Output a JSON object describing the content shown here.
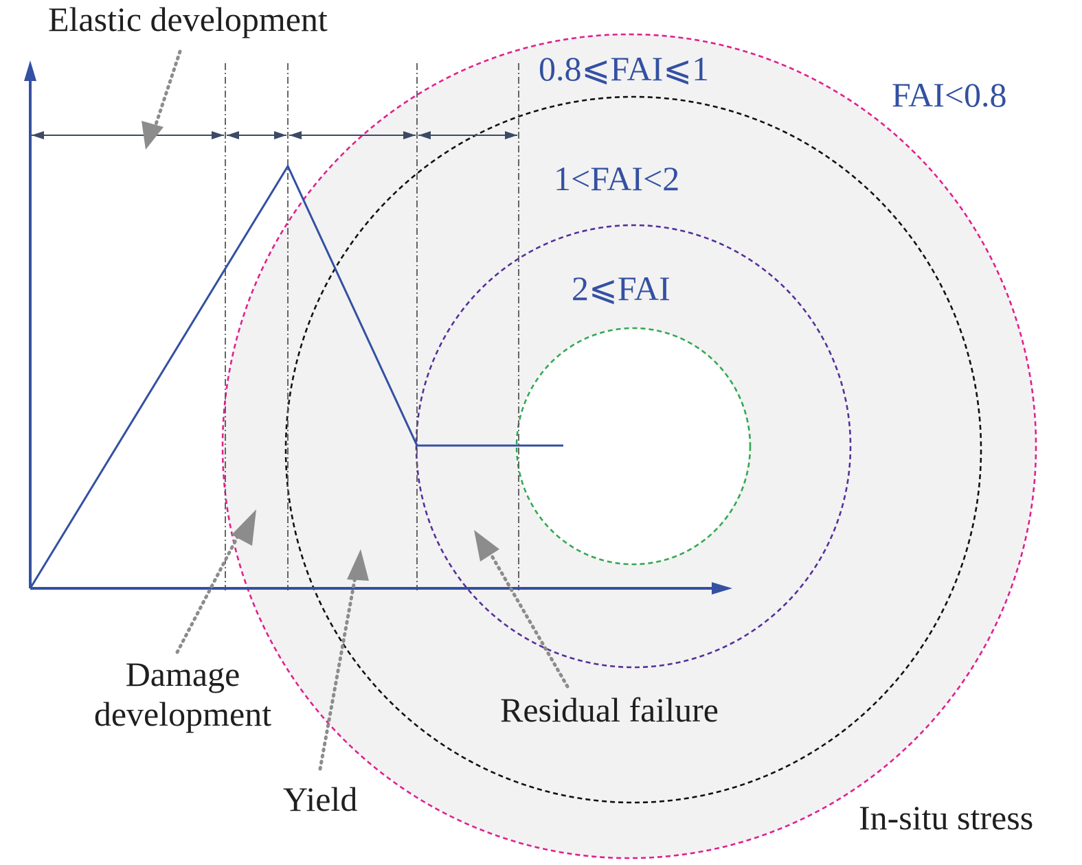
{
  "stage_labels": {
    "elastic": "Elastic development",
    "damage_line1": "Damage",
    "damage_line2": "development",
    "yield": "Yield",
    "residual": "Residual failure",
    "in_situ": "In-situ stress"
  },
  "fai_zones": {
    "zone_outer": "FAI<0.8",
    "zone_1": "0.8⩽FAI⩽1",
    "zone_2": "1<FAI<2",
    "zone_3": "2⩽FAI"
  },
  "colors": {
    "axis": "#3350a2",
    "curve": "#3350a2",
    "label_blue": "#3350a2",
    "label_dark": "#1f1f1f",
    "ring_outer": "#e0208f",
    "ring_black": "#111111",
    "ring_purple": "#55309a",
    "ring_green": "#34a853",
    "shading": "#f2f2f2",
    "arrow_gray": "#8c8c8c",
    "guide_gray": "#555555",
    "dimension": "#3d4a66"
  },
  "icons": {
    "axis_arrows": "triangle-arrowhead",
    "pointer": "dotted-gray-arrow"
  }
}
